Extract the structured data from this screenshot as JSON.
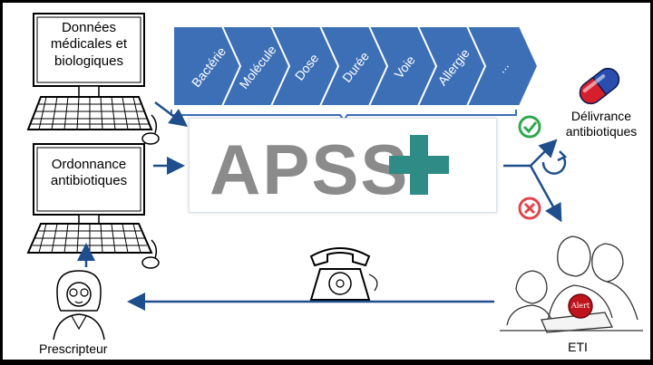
{
  "colors": {
    "chevron": "#3d6fb6",
    "arrow": "#1f4e8c",
    "apss_text": "#8b8b8b",
    "apss_plus": "#2e8b86",
    "check": "#2fa84f",
    "cross": "#e0454d"
  },
  "inputs": {
    "medical_data_label": "Données médicales et biologiques",
    "prescription_label": "Ordonnance antibiotiques"
  },
  "criteria": [
    "Bactérie",
    "Molécule",
    "Dose",
    "Durée",
    "Voie",
    "Allergie",
    "..."
  ],
  "system": {
    "brand_text": "APSS"
  },
  "outcomes": {
    "delivery_label": "Délivrance antibiotiques",
    "eti_label": "ETI",
    "alert_label": "Alert"
  },
  "actors": {
    "prescriber_label": "Prescripteur"
  },
  "icons": [
    "pill-icon",
    "check-circle-icon",
    "cross-circle-icon",
    "loop-arrow-icon",
    "telephone-icon",
    "computer-icon",
    "doctor-icon",
    "team-icon"
  ]
}
